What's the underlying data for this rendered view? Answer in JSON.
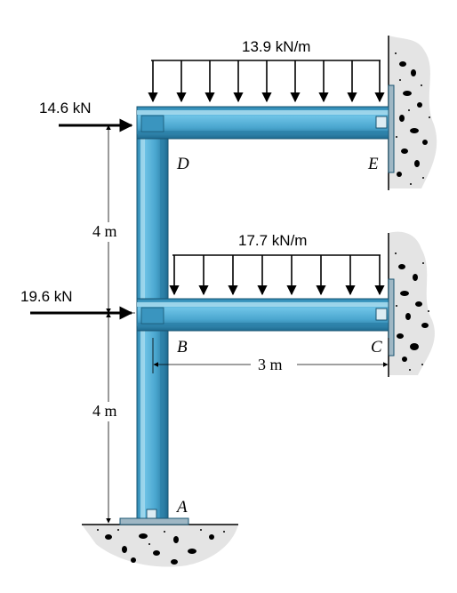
{
  "loads": {
    "upper_distributed": "13.9 kN/m",
    "lower_distributed": "17.7 kN/m",
    "upper_point": "14.6 kN",
    "lower_point": "19.6 kN"
  },
  "dimensions": {
    "upper_height": "4 m",
    "lower_height": "4 m",
    "span": "3 m"
  },
  "points": {
    "A": "A",
    "B": "B",
    "C": "C",
    "D": "D",
    "E": "E"
  },
  "colors": {
    "member_fill": "#5fb4d8",
    "member_light": "#a9dcef",
    "member_dark": "#1f6f95",
    "ground": "#d9d9d9",
    "ink": "#000000"
  }
}
